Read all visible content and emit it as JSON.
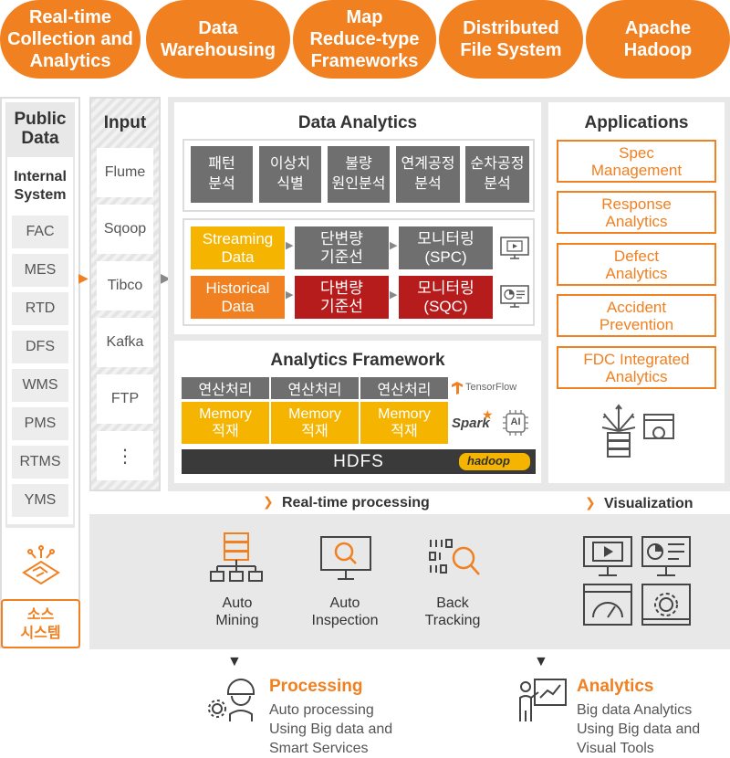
{
  "top_pills": [
    "Real-time\nCollection and\nAnalytics",
    "Data\nWarehousing",
    "Map\nReduce-type\nFrameworks",
    "Distributed\nFile System",
    "Apache\nHadoop"
  ],
  "public_data": {
    "title": "Public\nData",
    "internal_title": "Internal\nSystem",
    "items": [
      "FAC",
      "MES",
      "RTD",
      "DFS",
      "WMS",
      "PMS",
      "RTMS",
      "YMS"
    ],
    "source_label": "소스\n시스템"
  },
  "input": {
    "title": "Input",
    "items": [
      "Flume",
      "Sqoop",
      "Tibco",
      "Kafka",
      "FTP"
    ],
    "more": "⋮"
  },
  "data_analytics": {
    "title": "Data Analytics",
    "steps": [
      "패턴\n분석",
      "이상치\n식별",
      "불량\n원인분석",
      "연계공정\n분석",
      "순차공정\n분석"
    ],
    "streaming_label": "Streaming\nData",
    "streaming_step": "단변량\n기준선",
    "streaming_result": "모니터링\n(SPC)",
    "historical_label": "Historical\nData",
    "historical_step": "다변량\n기준선",
    "historical_result": "모니터링\n(SQC)"
  },
  "framework": {
    "title": "Analytics Framework",
    "process_labels": [
      "연산처리",
      "연산처리",
      "연산처리"
    ],
    "memory_labels": [
      "Memory\n적재",
      "Memory\n적재",
      "Memory\n적재"
    ],
    "tensorflow": "TensorFlow",
    "spark": "Spark",
    "ai": "AI",
    "hdfs": "HDFS",
    "hadoop": "hadoop"
  },
  "applications": {
    "title": "Applications",
    "items": [
      "Spec\nManagement",
      "Response\nAnalytics",
      "Defect\nAnalytics",
      "Accident\nPrevention",
      "FDC Integrated\nAnalytics"
    ]
  },
  "realtime_label": "Real-time processing",
  "visualization_label": "Visualization",
  "bottom_tools": [
    {
      "label": "Auto\nMining",
      "icon": "server-network-icon"
    },
    {
      "label": "Auto\nInspection",
      "icon": "monitor-search-icon"
    },
    {
      "label": "Back\nTracking",
      "icon": "binary-search-icon"
    }
  ],
  "processing": {
    "title": "Processing",
    "desc": "Auto processing\nUsing Big data and\nSmart Services"
  },
  "analytics": {
    "title": "Analytics",
    "desc": "Big data Analytics\nUsing Big data and\nVisual Tools"
  },
  "colors": {
    "orange": "#f08020",
    "yellow": "#f5b400",
    "red": "#b71c1c",
    "gray": "#6f6f6f",
    "dark": "#3a3a3a"
  }
}
